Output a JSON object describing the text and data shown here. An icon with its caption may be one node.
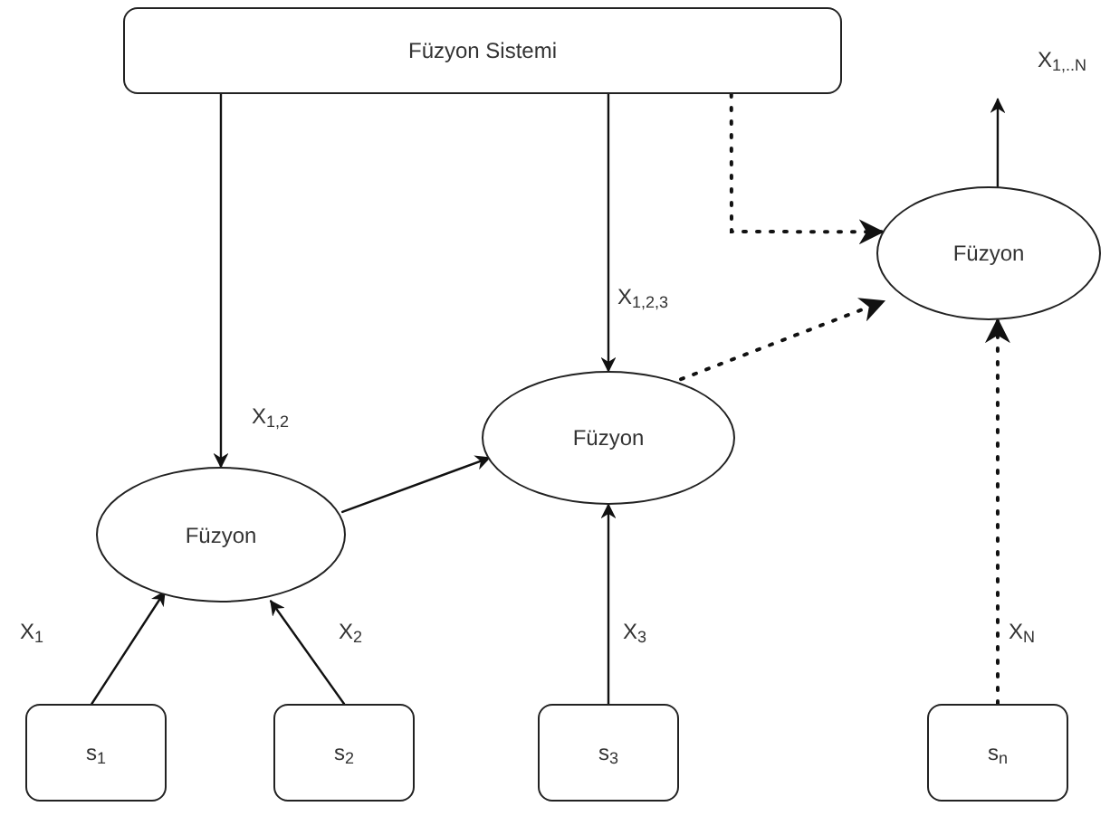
{
  "diagram": {
    "nodes": [
      {
        "text": [
          "Füzyon Sistemi"
        ]
      },
      {
        "text": [
          "Füzyon"
        ]
      },
      {
        "text": [
          "Füzyon"
        ]
      },
      {
        "text": [
          "Füzyon"
        ]
      },
      {
        "text": [
          "s$_{1}$"
        ]
      },
      {
        "text": [
          "s$_{2}$"
        ]
      },
      {
        "text": [
          "s$_{3}$"
        ]
      },
      {
        "text": [
          "s$_{n}$"
        ]
      }
    ],
    "edges": [
      {
        "from": 0,
        "to": 1,
        "arrow": "to",
        "label": "X$_{1,2}$"
      },
      {
        "from": 0,
        "to": 2,
        "arrow": "to",
        "label": "X$_{1,2,3}$"
      },
      {
        "from": 0,
        "to": 3,
        "arrow": "to",
        "style": "dashed"
      },
      {
        "from": 4,
        "to": 1,
        "arrow": "to",
        "label": "X$_{1}$"
      },
      {
        "from": 5,
        "to": 1,
        "arrow": "to",
        "label": "X$_{2}$"
      },
      {
        "from": 1,
        "to": 2,
        "arrow": "to"
      },
      {
        "from": 6,
        "to": 2,
        "arrow": "to",
        "label": "X$_{3}$"
      },
      {
        "from": 2,
        "to": 3,
        "arrow": "to",
        "style": "dashed"
      },
      {
        "from": 7,
        "to": 3,
        "arrow": "to",
        "style": "dashed",
        "label": "X$_{N}$"
      },
      {
        "from": 3,
        "to": null,
        "arrow": "to",
        "label": "X$_{1,..N}$"
      }
    ]
  }
}
